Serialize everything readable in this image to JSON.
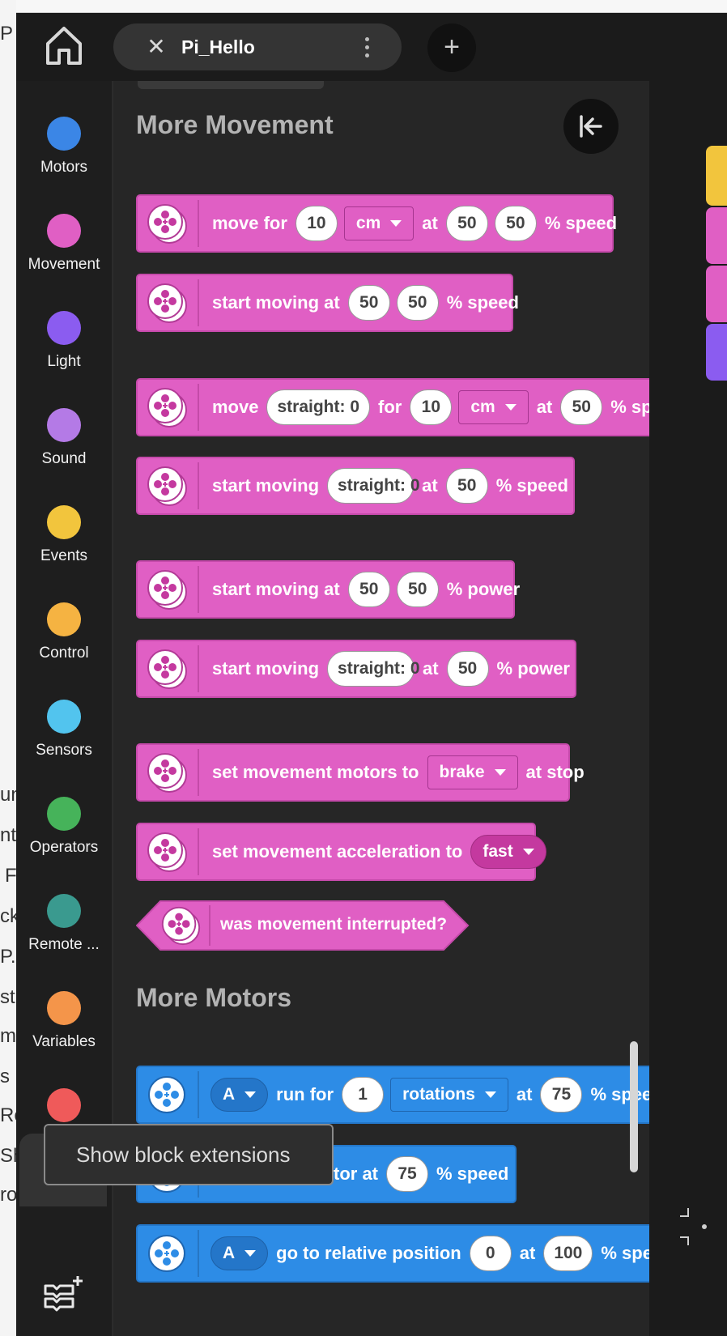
{
  "tab": {
    "title": "Pi_Hello"
  },
  "categories": [
    {
      "label": "Motors",
      "color": "#3b86e6"
    },
    {
      "label": "Movement",
      "color": "#e05fc4"
    },
    {
      "label": "Light",
      "color": "#8b5cf0"
    },
    {
      "label": "Sound",
      "color": "#b47ae6"
    },
    {
      "label": "Events",
      "color": "#f2c53d"
    },
    {
      "label": "Control",
      "color": "#f5b342"
    },
    {
      "label": "Sensors",
      "color": "#52c4ee"
    },
    {
      "label": "Operators",
      "color": "#46b35a"
    },
    {
      "label": "Remote ...",
      "color": "#3a9a8f"
    },
    {
      "label": "Variables",
      "color": "#f4954a"
    },
    {
      "label": "",
      "color": "#ef5a5a"
    }
  ],
  "host_fragments": [
    "P",
    "un",
    "nte",
    "F",
    "ck",
    "P.",
    "str",
    "m",
    "s",
    "Re",
    "Sh",
    "ro"
  ],
  "sections": {
    "more_movement": "More Movement",
    "more_motors": "More Motors"
  },
  "blocks": {
    "b1": {
      "t1": "move for",
      "v1": "10",
      "unit": "cm",
      "t2": "at",
      "v2": "50",
      "v3": "50",
      "t3": "% speed"
    },
    "b2": {
      "t1": "start moving at",
      "v1": "50",
      "v2": "50",
      "t2": "% speed"
    },
    "b3": {
      "t1": "move",
      "steer": "straight: 0",
      "t2": "for",
      "v1": "10",
      "unit": "cm",
      "t3": "at",
      "v2": "50",
      "t4": "% spe"
    },
    "b4": {
      "t1": "start moving",
      "steer": "straight: 0",
      "t2": "at",
      "v1": "50",
      "t3": "% speed"
    },
    "b5": {
      "t1": "start moving at",
      "v1": "50",
      "v2": "50",
      "t2": "% power"
    },
    "b6": {
      "t1": "start moving",
      "steer": "straight: 0",
      "t2": "at",
      "v1": "50",
      "t3": "% power"
    },
    "b7": {
      "t1": "set movement motors to",
      "opt": "brake",
      "t2": "at stop"
    },
    "b8": {
      "t1": "set movement acceleration to",
      "opt": "fast"
    },
    "b9": {
      "t1": "was movement interrupted?"
    },
    "m1": {
      "port": "A",
      "t1": "run for",
      "v1": "1",
      "unit": "rotations",
      "t2": "at",
      "v2": "75",
      "t3": "% speed"
    },
    "m2": {
      "t1": "tor at",
      "v1": "75",
      "t2": "% speed"
    },
    "m3": {
      "port": "A",
      "t1": "go to relative position",
      "v1": "0",
      "t2": "at",
      "v2": "100",
      "t3": "% spee"
    }
  },
  "tooltip": "Show block extensions"
}
